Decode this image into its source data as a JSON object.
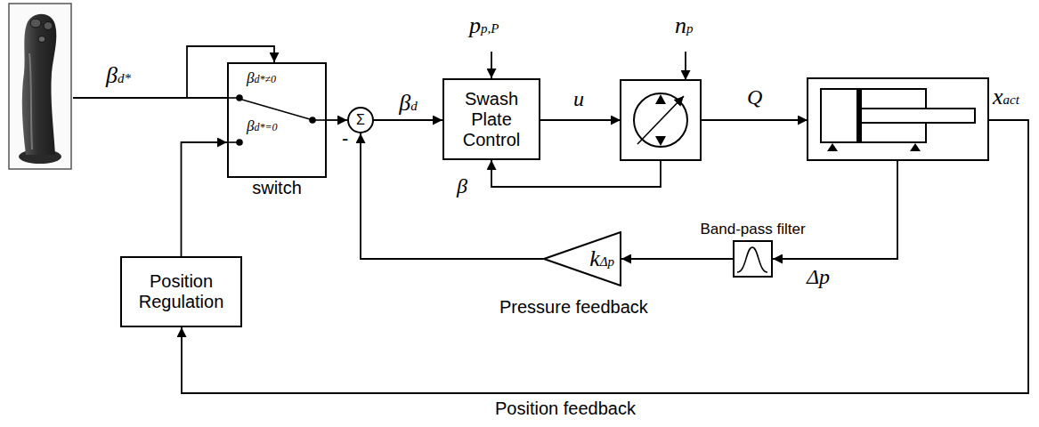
{
  "diagram": {
    "nodes": [
      {
        "text": [
          "βd*≠0",
          "βd*=0",
          "switch"
        ]
      },
      {
        "text": [
          "Σ"
        ]
      },
      {
        "text": [
          "Swash Plate Control"
        ]
      },
      {
        "text": [
          "Position Regulation"
        ]
      },
      {
        "text": [
          "kΔp"
        ]
      },
      {
        "text": [
          "Band-pass filter"
        ]
      }
    ],
    "edges": [
      {
        "from": 0,
        "to": 1,
        "arrow": "to"
      },
      {
        "from": 1,
        "to": 2,
        "label": "βd",
        "arrow": "to"
      },
      {
        "from": 3,
        "to": 0,
        "arrow": "to"
      },
      {
        "from": 4,
        "to": 1,
        "arrow": "to"
      },
      {
        "from": 5,
        "to": 4,
        "arrow": "to"
      }
    ],
    "labels": [
      "βd*",
      "pp,P",
      "np",
      "u",
      "β",
      "Q",
      "xact",
      "Δp",
      "-",
      "Pressure feedback",
      "Position feedback"
    ]
  }
}
